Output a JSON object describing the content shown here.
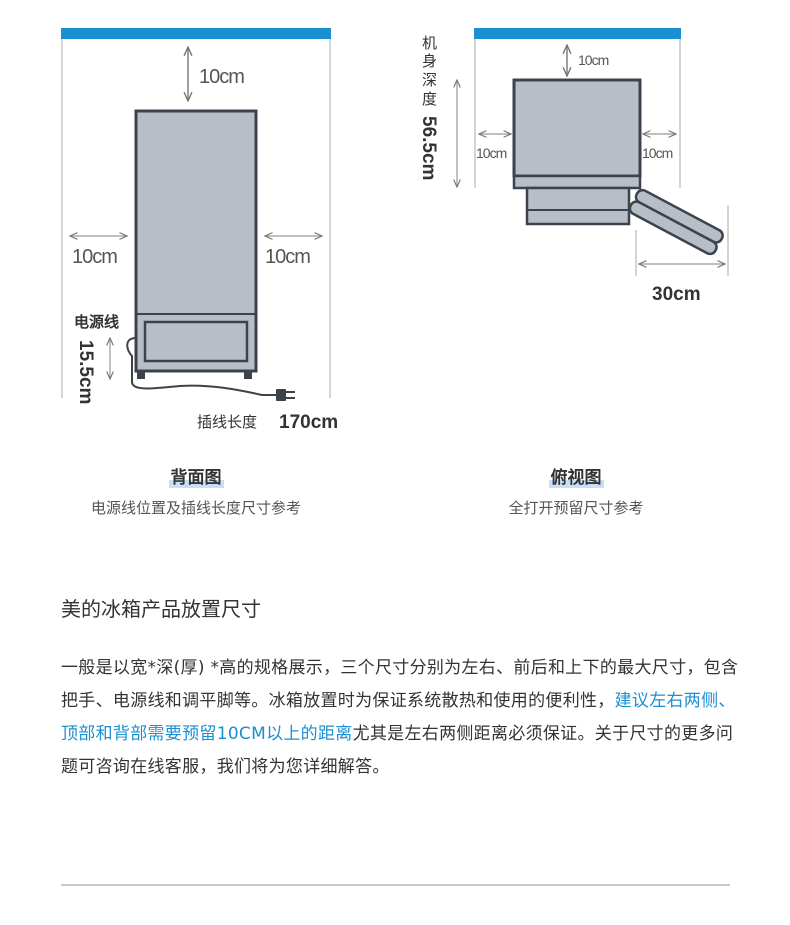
{
  "back_view": {
    "top_clearance": "10cm",
    "left_clearance": "10cm",
    "right_clearance": "10cm",
    "power_cord_label": "电源线",
    "cord_height": "15.5cm",
    "plug_length_label": "插线长度",
    "plug_length_value": "170cm",
    "caption_title": "背面图",
    "caption_subtitle": "电源线位置及插线长度尺寸参考"
  },
  "top_view": {
    "depth_label": "机身深度",
    "depth_value": "56.5cm",
    "top_clearance": "10cm",
    "left_clearance": "10cm",
    "right_clearance": "10cm",
    "door_clearance": "30cm",
    "caption_title": "俯视图",
    "caption_subtitle": "全打开预留尺寸参考"
  },
  "article": {
    "title": "美的冰箱产品放置尺寸",
    "text_before": "一般是以宽*深(厚) *高的规格展示，三个尺寸分别为左右、前后和上下的最大尺寸，包含把手、电源线和调平脚等。冰箱放置时为保证系统散热和使用的便利性，",
    "text_highlight": "建议左右两侧、顶部和背部需要预留10CM以上的距离",
    "text_after": "尤其是左右两侧距离必须保证。关于尺寸的更多问题可咨询在线客服，我们将为您详细解答。"
  },
  "colors": {
    "wall_blue": "#1a8fd1",
    "fridge_fill": "#b8bec7",
    "fridge_stroke": "#3d434c",
    "highlight_text": "#1a8fd1",
    "caption_highlight": "#c9dff7"
  }
}
